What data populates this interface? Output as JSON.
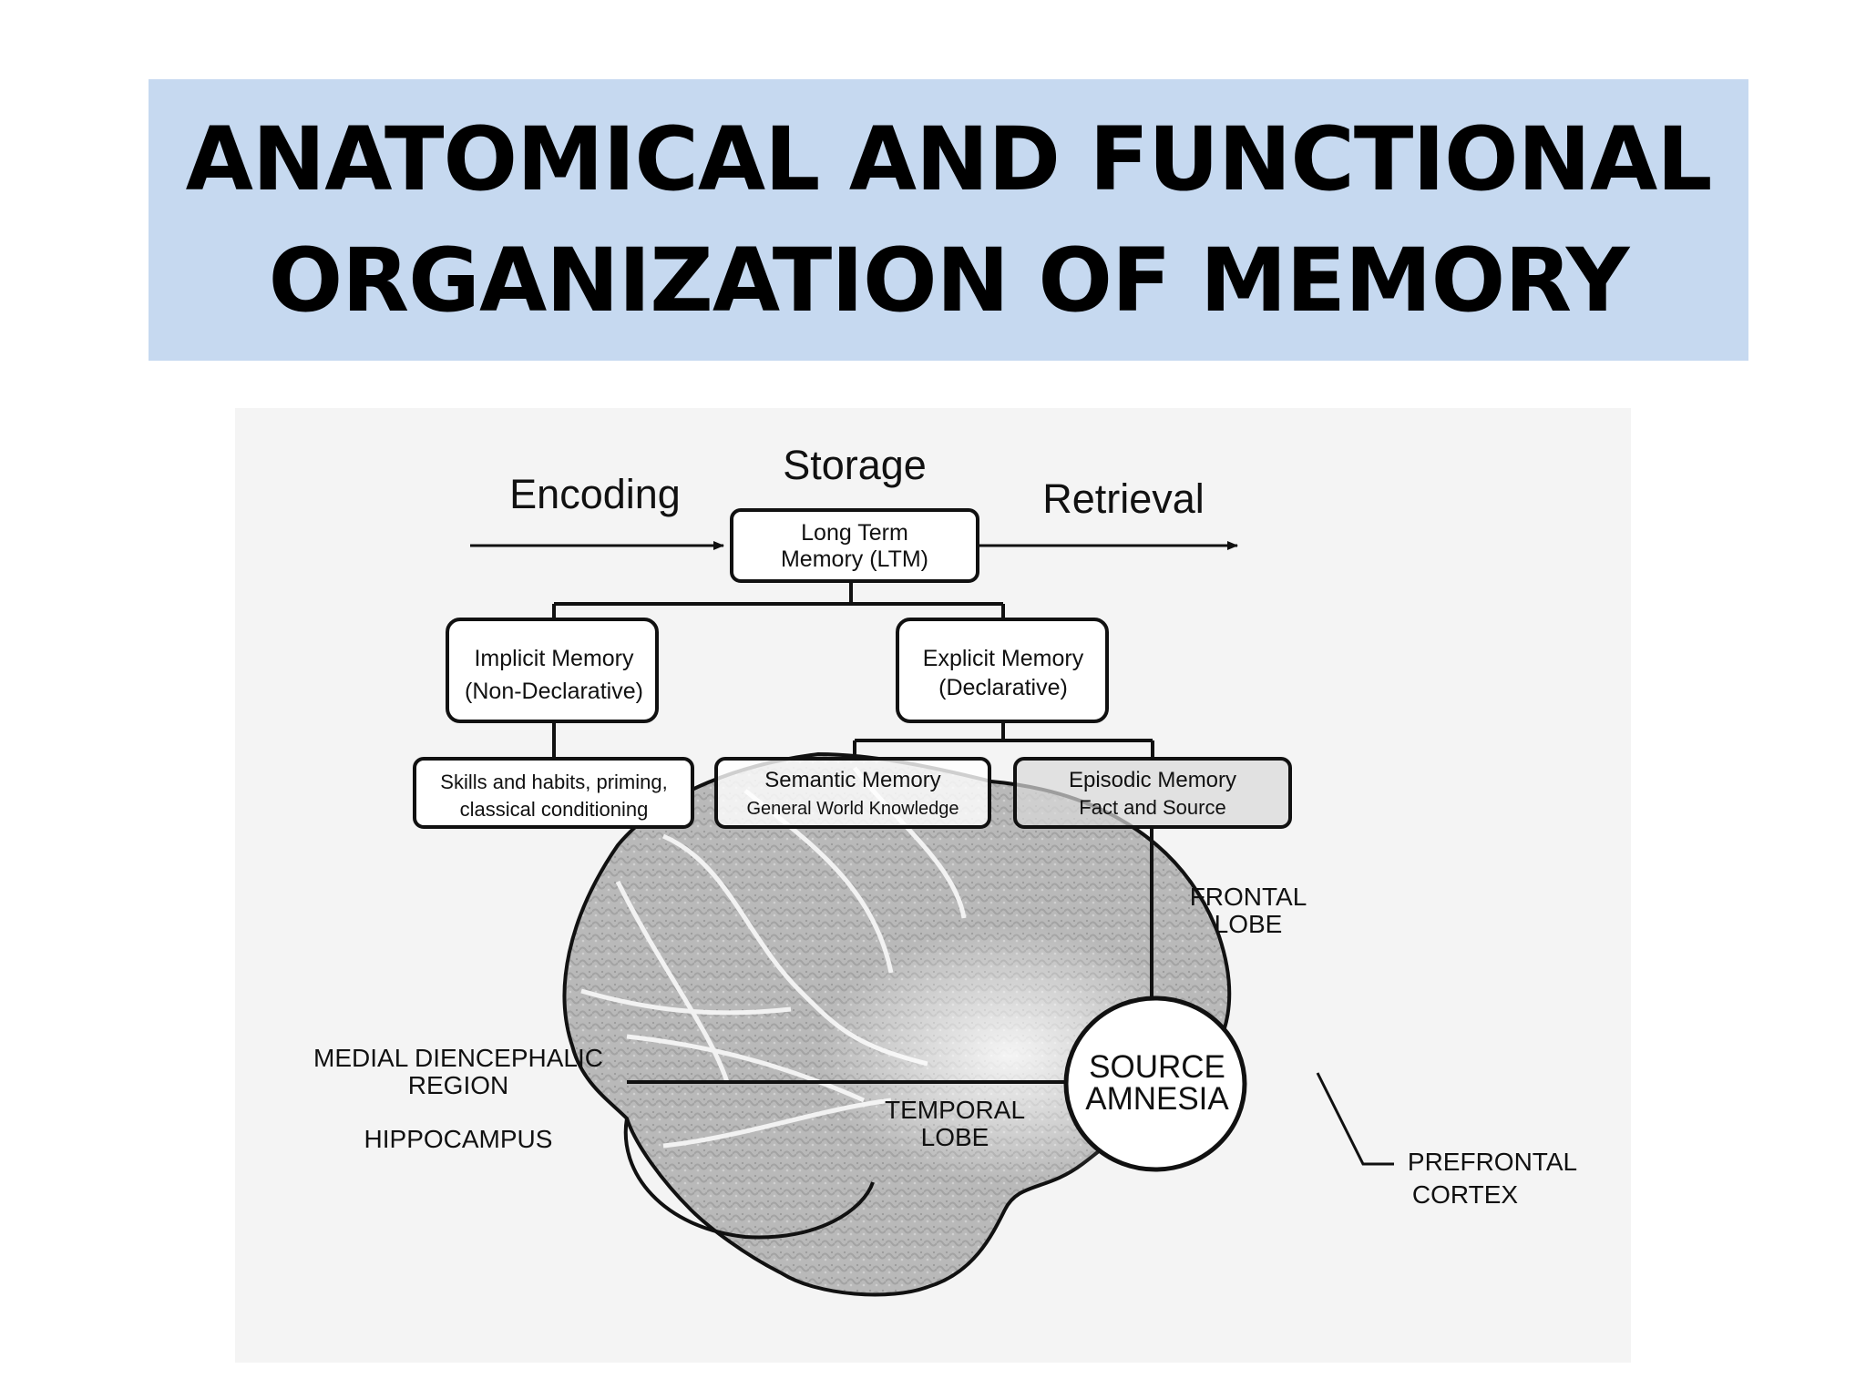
{
  "title": {
    "line1": "ANATOMICAL AND FUNCTIONAL",
    "line2": "ORGANIZATION OF MEMORY"
  },
  "flow": {
    "encoding": "Encoding",
    "storage": "Storage",
    "retrieval": "Retrieval"
  },
  "boxes": {
    "ltm": [
      "Long Term",
      "Memory (LTM)"
    ],
    "implicit": [
      "Implicit Memory",
      "(Non-Declarative)"
    ],
    "explicit": [
      "Explicit Memory",
      "(Declarative)"
    ],
    "skills": [
      "Skills and habits, priming,",
      "classical conditioning"
    ],
    "semantic": [
      "Semantic Memory",
      "General World Knowledge"
    ],
    "episodic": [
      "Episodic Memory",
      "Fact and Source"
    ]
  },
  "brain_labels": {
    "frontal_lobe": [
      "FRONTAL",
      "LOBE"
    ],
    "temporal_lobe": [
      "TEMPORAL",
      "LOBE"
    ],
    "source_amnesia": [
      "SOURCE",
      "AMNESIA"
    ],
    "medial_diencephalic": [
      "MEDIAL DIENCEPHALIC",
      "REGION"
    ],
    "hippocampus": "HIPPOCAMPUS",
    "prefrontal_cortex": [
      "PREFRONTAL",
      "CORTEX"
    ]
  },
  "colors": {
    "banner": "#c6d9f0",
    "panel": "#f4f4f4",
    "brain_fill": "#b9b9b9",
    "ink": "#111111"
  }
}
